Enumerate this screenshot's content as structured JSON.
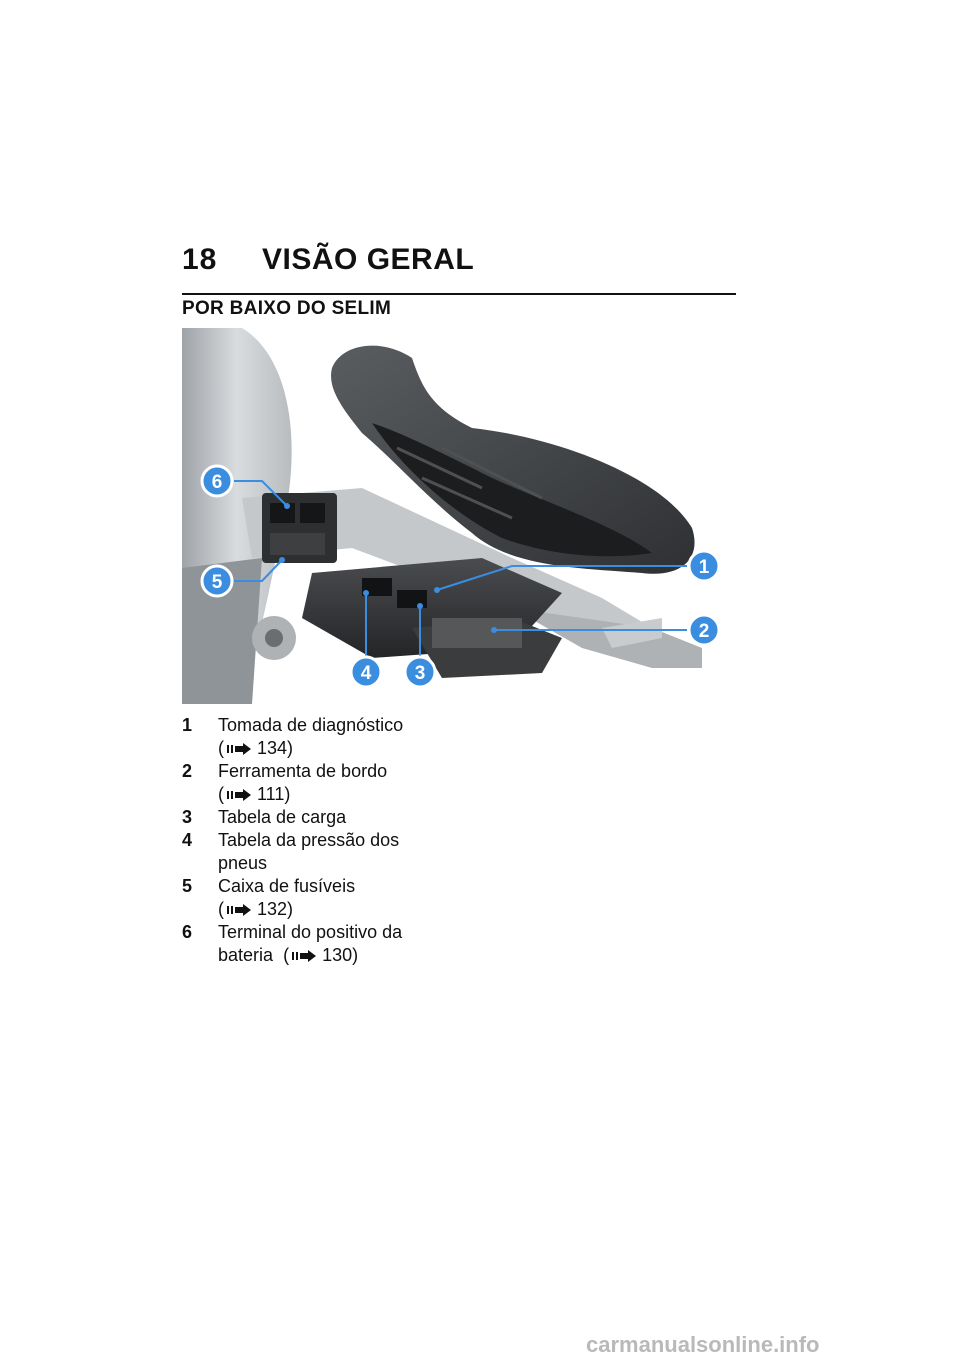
{
  "header": {
    "page_number": "18",
    "chapter": "VISÃO GERAL"
  },
  "section": {
    "title": "POR BAIXO DO SELIM"
  },
  "figure": {
    "callouts": [
      "1",
      "2",
      "3",
      "4",
      "5",
      "6"
    ]
  },
  "legend": [
    {
      "num": "1",
      "text": "Tomada de diagnóstico",
      "ref": "134)"
    },
    {
      "num": "2",
      "text": "Ferramenta de bordo",
      "ref": "111)"
    },
    {
      "num": "3",
      "text": "Tabela de carga"
    },
    {
      "num": "4",
      "text": "Tabela da pressão dos",
      "text2": "pneus"
    },
    {
      "num": "5",
      "text": "Caixa de fusíveis",
      "ref": "132)"
    },
    {
      "num": "6",
      "text": "Terminal do positivo da",
      "text2": "bateria",
      "ref": "130)"
    }
  ],
  "footer": {
    "watermark": "carmanualsonline.info"
  },
  "colors": {
    "callout": "#3b8de0",
    "callout_border": "#ffffff"
  }
}
